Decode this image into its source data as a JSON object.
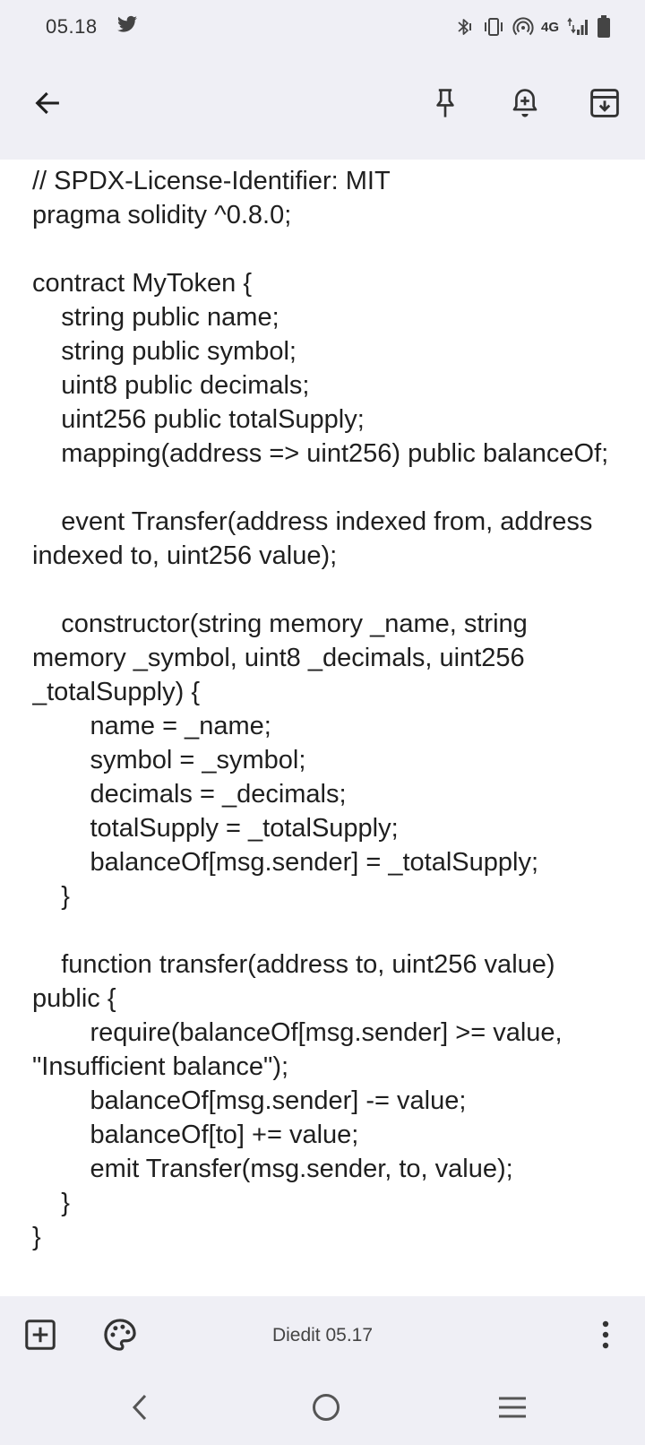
{
  "status_bar": {
    "time": "05.18",
    "network": "4G",
    "icons": [
      "twitter-icon",
      "bluetooth-icon",
      "vibrate-icon",
      "hotspot-icon",
      "signal-icon",
      "battery-icon"
    ]
  },
  "app_bar": {
    "icons": [
      "back-arrow-icon",
      "pin-icon",
      "reminder-bell-icon",
      "archive-icon"
    ]
  },
  "note": {
    "content": "// SPDX-License-Identifier: MIT\npragma solidity ^0.8.0;\n\ncontract MyToken {\n    string public name;\n    string public symbol;\n    uint8 public decimals;\n    uint256 public totalSupply;\n    mapping(address => uint256) public balanceOf;\n\n    event Transfer(address indexed from, address indexed to, uint256 value);\n\n    constructor(string memory _name, string memory _symbol, uint8 _decimals, uint256 _totalSupply) {\n        name = _name;\n        symbol = _symbol;\n        decimals = _decimals;\n        totalSupply = _totalSupply;\n        balanceOf[msg.sender] = _totalSupply;\n    }\n\n    function transfer(address to, uint256 value) public {\n        require(balanceOf[msg.sender] >= value, \"Insufficient balance\");\n        balanceOf[msg.sender] -= value;\n        balanceOf[to] += value;\n        emit Transfer(msg.sender, to, value);\n    }\n}"
  },
  "bottom_toolbar": {
    "edited_label": "Diedit 05.17",
    "icons": [
      "add-box-icon",
      "palette-icon",
      "more-vert-icon"
    ]
  },
  "nav_bar": {
    "icons": [
      "nav-back-icon",
      "nav-home-icon",
      "nav-recents-icon"
    ]
  },
  "colors": {
    "bar_background": "#efeff5",
    "note_background": "#ffffff",
    "text": "#1f1f1f"
  }
}
